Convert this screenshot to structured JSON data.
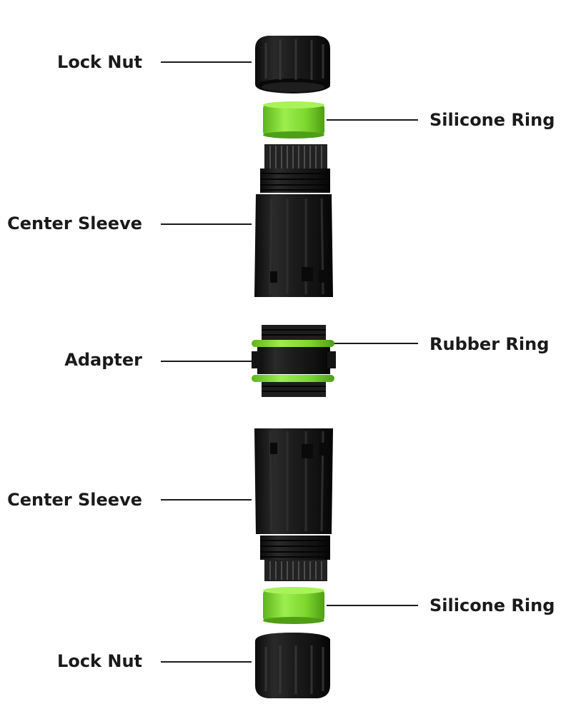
{
  "labels": {
    "lock_nut_top": "Lock Nut",
    "silicone_ring_top": "Silicone Ring",
    "center_sleeve_top": "Center Sleeve",
    "adapter": "Adapter",
    "rubber_ring": "Rubber Ring",
    "center_sleeve_bottom": "Center Sleeve",
    "silicone_ring_bottom": "Silicone Ring",
    "lock_nut_bottom": "Lock Nut"
  },
  "colors": {
    "part_black": "#1c1c1c",
    "part_shade": "#0e0e0e",
    "part_highlight": "#3a3a3a",
    "ring_green": "#8be03a",
    "ring_green_dark": "#5db51c",
    "leader_line": "#1a1a1a",
    "label_text": "#1a1a1a"
  }
}
